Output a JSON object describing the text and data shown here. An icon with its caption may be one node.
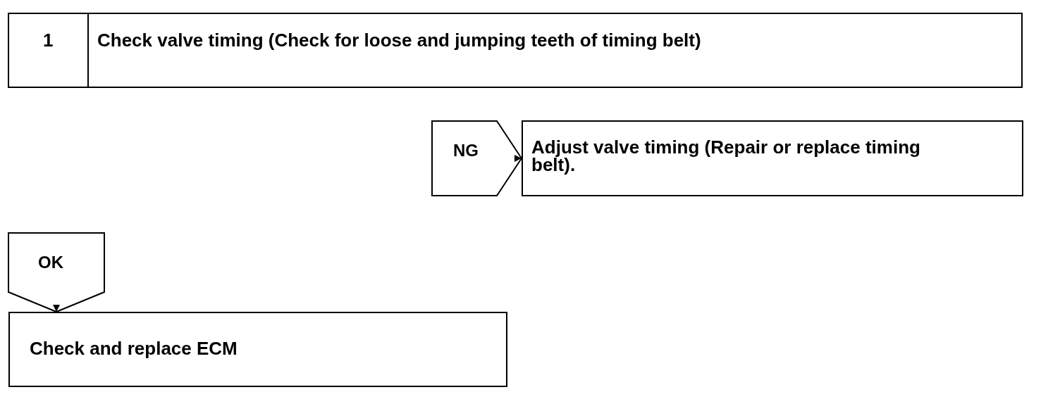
{
  "diagram": {
    "nodes": [
      {
        "text": [
          "1",
          "Check valve timing (Check for loose and jumping teeth of timing belt)"
        ]
      },
      {
        "text": [
          "Adjust valve timing (Repair or replace timing belt)."
        ]
      },
      {
        "text": [
          "Check and replace ECM"
        ]
      }
    ],
    "edges": [
      {
        "from": 0,
        "to": 1,
        "arrow": "to",
        "label": "NG"
      },
      {
        "from": null,
        "to": 2,
        "arrow": "to",
        "label": "OK"
      }
    ]
  }
}
